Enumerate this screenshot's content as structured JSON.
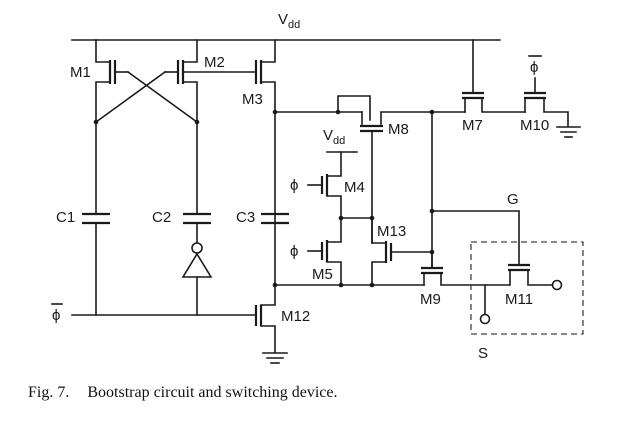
{
  "figure": {
    "supply_label": "V",
    "supply_sub": "dd",
    "clock_label": "ϕ",
    "clock_bar_label": "ϕ",
    "transistors": [
      "M1",
      "M2",
      "M3",
      "M4",
      "M5",
      "M7",
      "M8",
      "M9",
      "M10",
      "M11",
      "M12",
      "M13"
    ],
    "capacitors": [
      "C1",
      "C2",
      "C3"
    ],
    "terminals": {
      "gate": "G",
      "source": "S"
    }
  },
  "labels": {
    "M1": "M1",
    "M2": "M2",
    "M3": "M3",
    "M4": "M4",
    "M5": "M5",
    "M7": "M7",
    "M8": "M8",
    "M9": "M9",
    "M10": "M10",
    "M11": "M11",
    "M12": "M12",
    "M13": "M13",
    "C1": "C1",
    "C2": "C2",
    "C3": "C3",
    "G": "G",
    "S": "S"
  },
  "caption": {
    "fig": "Fig. 7.",
    "text": "Bootstrap circuit and switching device."
  }
}
